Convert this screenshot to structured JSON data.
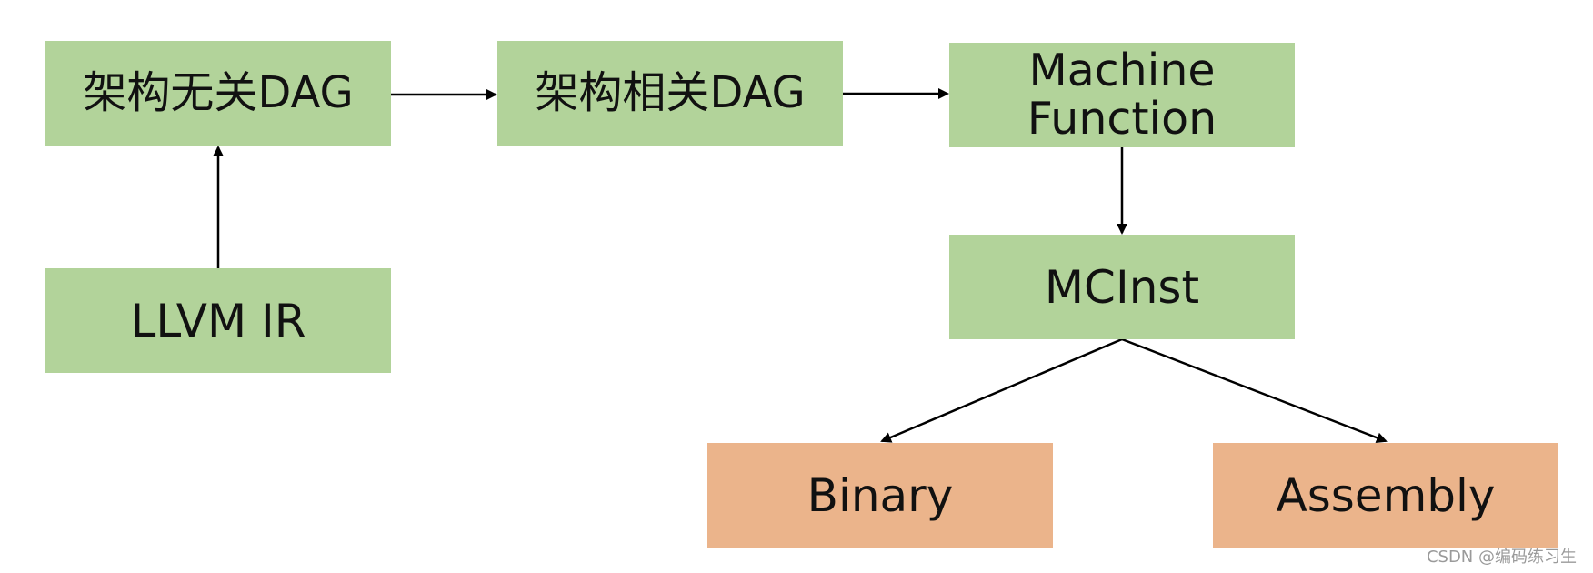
{
  "diagram": {
    "nodes": {
      "arch_independent_dag": "架构无关DAG",
      "arch_dependent_dag": "架构相关DAG",
      "machine_function_line1": "Machine",
      "machine_function_line2": "Function",
      "llvm_ir": "LLVM IR",
      "mcinst": "MCInst",
      "binary": "Binary",
      "assembly": "Assembly"
    },
    "edges": [
      {
        "from": "LLVM IR",
        "to": "架构无关DAG"
      },
      {
        "from": "架构无关DAG",
        "to": "架构相关DAG"
      },
      {
        "from": "架构相关DAG",
        "to": "Machine Function"
      },
      {
        "from": "Machine Function",
        "to": "MCInst"
      },
      {
        "from": "MCInst",
        "to": "Binary"
      },
      {
        "from": "MCInst",
        "to": "Assembly"
      }
    ],
    "colors": {
      "process_node": "#b2d39a",
      "output_node": "#ebb48b",
      "arrow": "#000000"
    }
  },
  "watermark": "CSDN @编码练习生"
}
